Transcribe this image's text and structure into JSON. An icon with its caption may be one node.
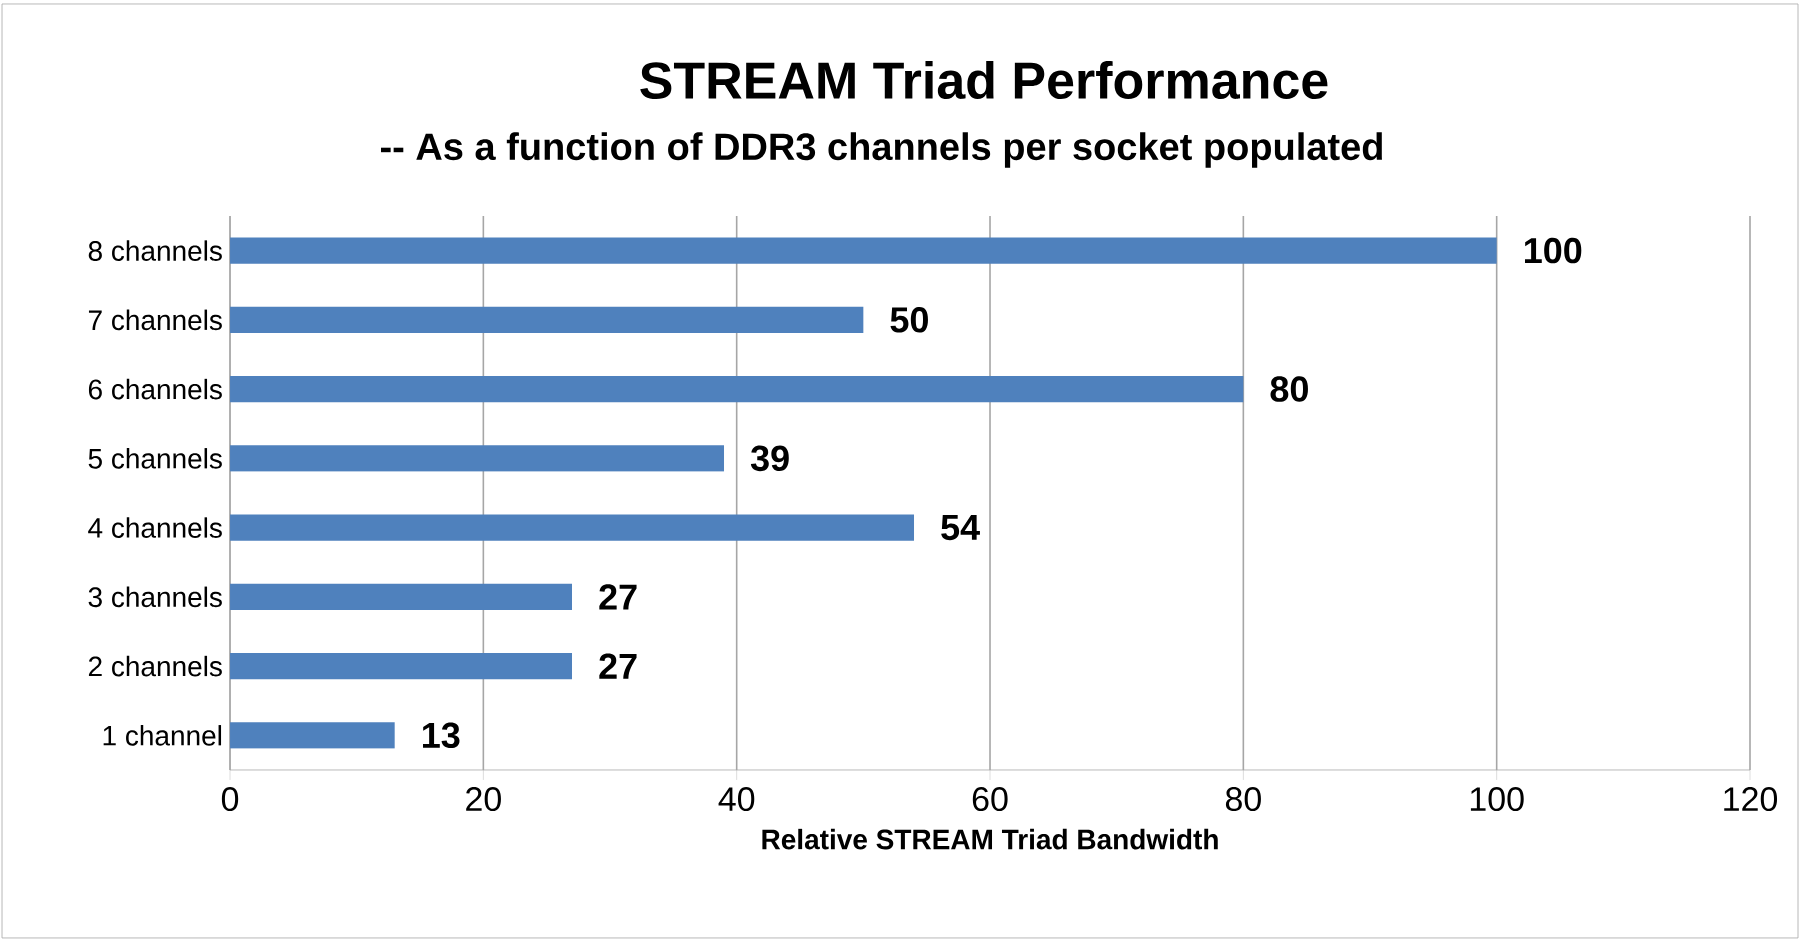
{
  "diagram": {
    "title": "STREAM Triad Performance",
    "labels": [
      "-- As a function of DDR3 channels per socket populated"
    ],
    "chart_data": {
      "type": "bar",
      "orientation": "horizontal",
      "xlabel": "Relative STREAM Triad Bandwidth",
      "categories": [
        "8 channels",
        "7 channels",
        "6 channels",
        "5 channels",
        "4 channels",
        "3 channels",
        "2 channels",
        "1 channel"
      ],
      "series": [
        {
          "color": "#4f81bd",
          "values": [
            100,
            50,
            80,
            39,
            54,
            27,
            27,
            13
          ]
        }
      ],
      "grid": true,
      "xlim": [
        0,
        120
      ],
      "xticks": [
        0,
        20,
        40,
        60,
        80,
        100,
        120
      ],
      "data_labels": true
    }
  }
}
